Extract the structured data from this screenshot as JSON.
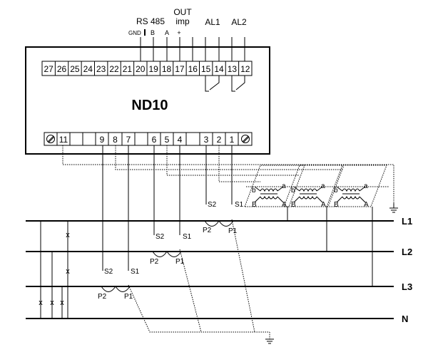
{
  "device": {
    "title": "ND10",
    "top_terminals": [
      "27",
      "26",
      "25",
      "24",
      "23",
      "22",
      "21",
      "20",
      "19",
      "18",
      "17",
      "16",
      "15",
      "14",
      "13",
      "12"
    ],
    "bottom_terminals": [
      "11",
      "",
      "",
      "9",
      "8",
      "7",
      "",
      "6",
      "5",
      "4",
      "",
      "3",
      "2",
      "1"
    ]
  },
  "top_labels": {
    "rs485": "RS 485",
    "gnd": "GND",
    "b": "B",
    "a": "A",
    "out": "OUT",
    "imp": "imp",
    "plus": "+",
    "al1": "AL1",
    "al2": "AL2"
  },
  "lines": {
    "l1": "L1",
    "l2": "L2",
    "l3": "L3",
    "n": "N"
  },
  "ct1": {
    "s2": "S2",
    "s1": "S1",
    "p2": "P2",
    "p1": "P1"
  },
  "ct2": {
    "s2": "S2",
    "s1": "S1",
    "p2": "P2",
    "p1": "P1"
  },
  "ct3": {
    "s2": "S2",
    "s1": "S1",
    "p2": "P2",
    "p1": "P1"
  },
  "vt": [
    {
      "a_upper": "a",
      "b_upper": "b",
      "a_lower": "A",
      "b_lower": "B"
    },
    {
      "a_upper": "a",
      "b_upper": "b",
      "a_lower": "A",
      "b_lower": "B"
    },
    {
      "a_upper": "a",
      "b_upper": "b",
      "a_lower": "A",
      "b_lower": "B"
    }
  ],
  "fuse_mark": "x"
}
